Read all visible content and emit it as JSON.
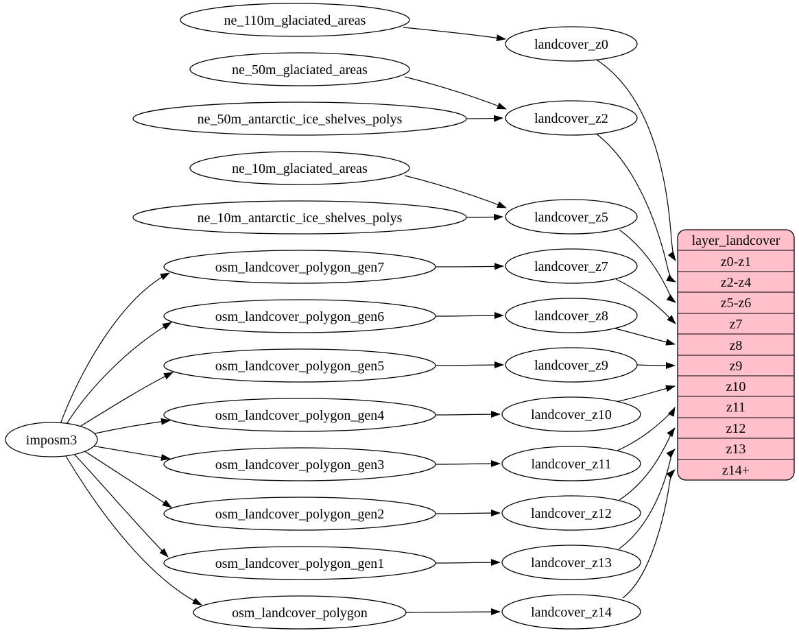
{
  "diagram": {
    "background": "#ffffff",
    "node_fill": "#ffffff",
    "node_stroke": "#000000",
    "edge_color": "#000000",
    "root": {
      "label": "imposm3"
    },
    "sources": [
      "ne_110m_glaciated_areas",
      "ne_50m_glaciated_areas",
      "ne_50m_antarctic_ice_shelves_polys",
      "ne_10m_glaciated_areas",
      "ne_10m_antarctic_ice_shelves_polys",
      "osm_landcover_polygon_gen7",
      "osm_landcover_polygon_gen6",
      "osm_landcover_polygon_gen5",
      "osm_landcover_polygon_gen4",
      "osm_landcover_polygon_gen3",
      "osm_landcover_polygon_gen2",
      "osm_landcover_polygon_gen1",
      "osm_landcover_polygon"
    ],
    "intermediates": [
      "landcover_z0",
      "landcover_z2",
      "landcover_z5",
      "landcover_z7",
      "landcover_z8",
      "landcover_z9",
      "landcover_z10",
      "landcover_z11",
      "landcover_z12",
      "landcover_z13",
      "landcover_z14"
    ],
    "layer_table": {
      "title": "layer_landcover",
      "fill": "#ffc0cb",
      "rows": [
        "z0-z1",
        "z2-z4",
        "z5-z6",
        "z7",
        "z8",
        "z9",
        "z10",
        "z11",
        "z12",
        "z13",
        "z14+"
      ]
    },
    "edges": [
      {
        "from": "ne_110m_glaciated_areas",
        "to": "landcover_z0"
      },
      {
        "from": "ne_50m_glaciated_areas",
        "to": "landcover_z2"
      },
      {
        "from": "ne_50m_antarctic_ice_shelves_polys",
        "to": "landcover_z2"
      },
      {
        "from": "ne_10m_glaciated_areas",
        "to": "landcover_z5"
      },
      {
        "from": "ne_10m_antarctic_ice_shelves_polys",
        "to": "landcover_z5"
      },
      {
        "from": "imposm3",
        "to": "osm_landcover_polygon_gen7"
      },
      {
        "from": "imposm3",
        "to": "osm_landcover_polygon_gen6"
      },
      {
        "from": "imposm3",
        "to": "osm_landcover_polygon_gen5"
      },
      {
        "from": "imposm3",
        "to": "osm_landcover_polygon_gen4"
      },
      {
        "from": "imposm3",
        "to": "osm_landcover_polygon_gen3"
      },
      {
        "from": "imposm3",
        "to": "osm_landcover_polygon_gen2"
      },
      {
        "from": "imposm3",
        "to": "osm_landcover_polygon_gen1"
      },
      {
        "from": "imposm3",
        "to": "osm_landcover_polygon"
      },
      {
        "from": "osm_landcover_polygon_gen7",
        "to": "landcover_z7"
      },
      {
        "from": "osm_landcover_polygon_gen6",
        "to": "landcover_z8"
      },
      {
        "from": "osm_landcover_polygon_gen5",
        "to": "landcover_z9"
      },
      {
        "from": "osm_landcover_polygon_gen4",
        "to": "landcover_z10"
      },
      {
        "from": "osm_landcover_polygon_gen3",
        "to": "landcover_z11"
      },
      {
        "from": "osm_landcover_polygon_gen2",
        "to": "landcover_z12"
      },
      {
        "from": "osm_landcover_polygon_gen1",
        "to": "landcover_z13"
      },
      {
        "from": "osm_landcover_polygon",
        "to": "landcover_z14"
      },
      {
        "from": "landcover_z0",
        "to": "layer_landcover:z0-z1"
      },
      {
        "from": "landcover_z2",
        "to": "layer_landcover:z2-z4"
      },
      {
        "from": "landcover_z5",
        "to": "layer_landcover:z5-z6"
      },
      {
        "from": "landcover_z7",
        "to": "layer_landcover:z7"
      },
      {
        "from": "landcover_z8",
        "to": "layer_landcover:z8"
      },
      {
        "from": "landcover_z9",
        "to": "layer_landcover:z9"
      },
      {
        "from": "landcover_z10",
        "to": "layer_landcover:z10"
      },
      {
        "from": "landcover_z11",
        "to": "layer_landcover:z11"
      },
      {
        "from": "landcover_z12",
        "to": "layer_landcover:z12"
      },
      {
        "from": "landcover_z13",
        "to": "layer_landcover:z13"
      },
      {
        "from": "landcover_z14",
        "to": "layer_landcover:z14+"
      }
    ]
  }
}
